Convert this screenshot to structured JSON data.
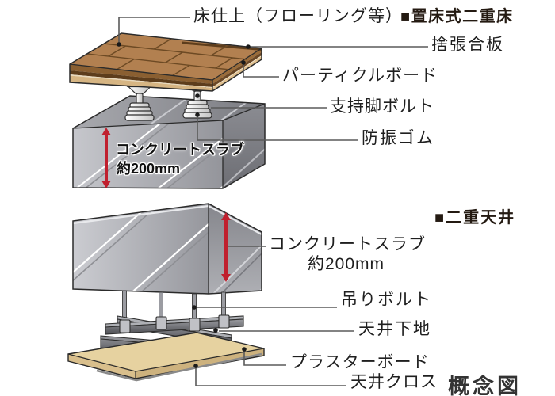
{
  "floor_section": {
    "header": "■置床式二重床",
    "floor_finish": "床仕上（フローリング等）",
    "subfloor_plywood": "捨張合板",
    "particle_board": "パーティクルボード",
    "support_leg_bolt": "支持脚ボルト",
    "vibration_rubber": "防振ゴム",
    "slab_label_line1": "コンクリートスラブ",
    "slab_label_line2": "約200mm"
  },
  "ceiling_section": {
    "header": "■二重天井",
    "slab_label_line1": "コンクリートスラブ",
    "slab_label_line2": "約200mm",
    "hanging_bolt": "吊りボルト",
    "ceiling_substrate": "天井下地",
    "plaster_board": "プラスターボード",
    "ceiling_cloth": "天井クロス"
  },
  "caption": "概念図",
  "colors": {
    "accent_red": "#c0202e",
    "wood_top": "#b28050",
    "board_tan": "#e6d2a0",
    "concrete_light": "#c6c7cc",
    "leader_line": "#5a5a5a",
    "text": "#1f1f1f"
  }
}
